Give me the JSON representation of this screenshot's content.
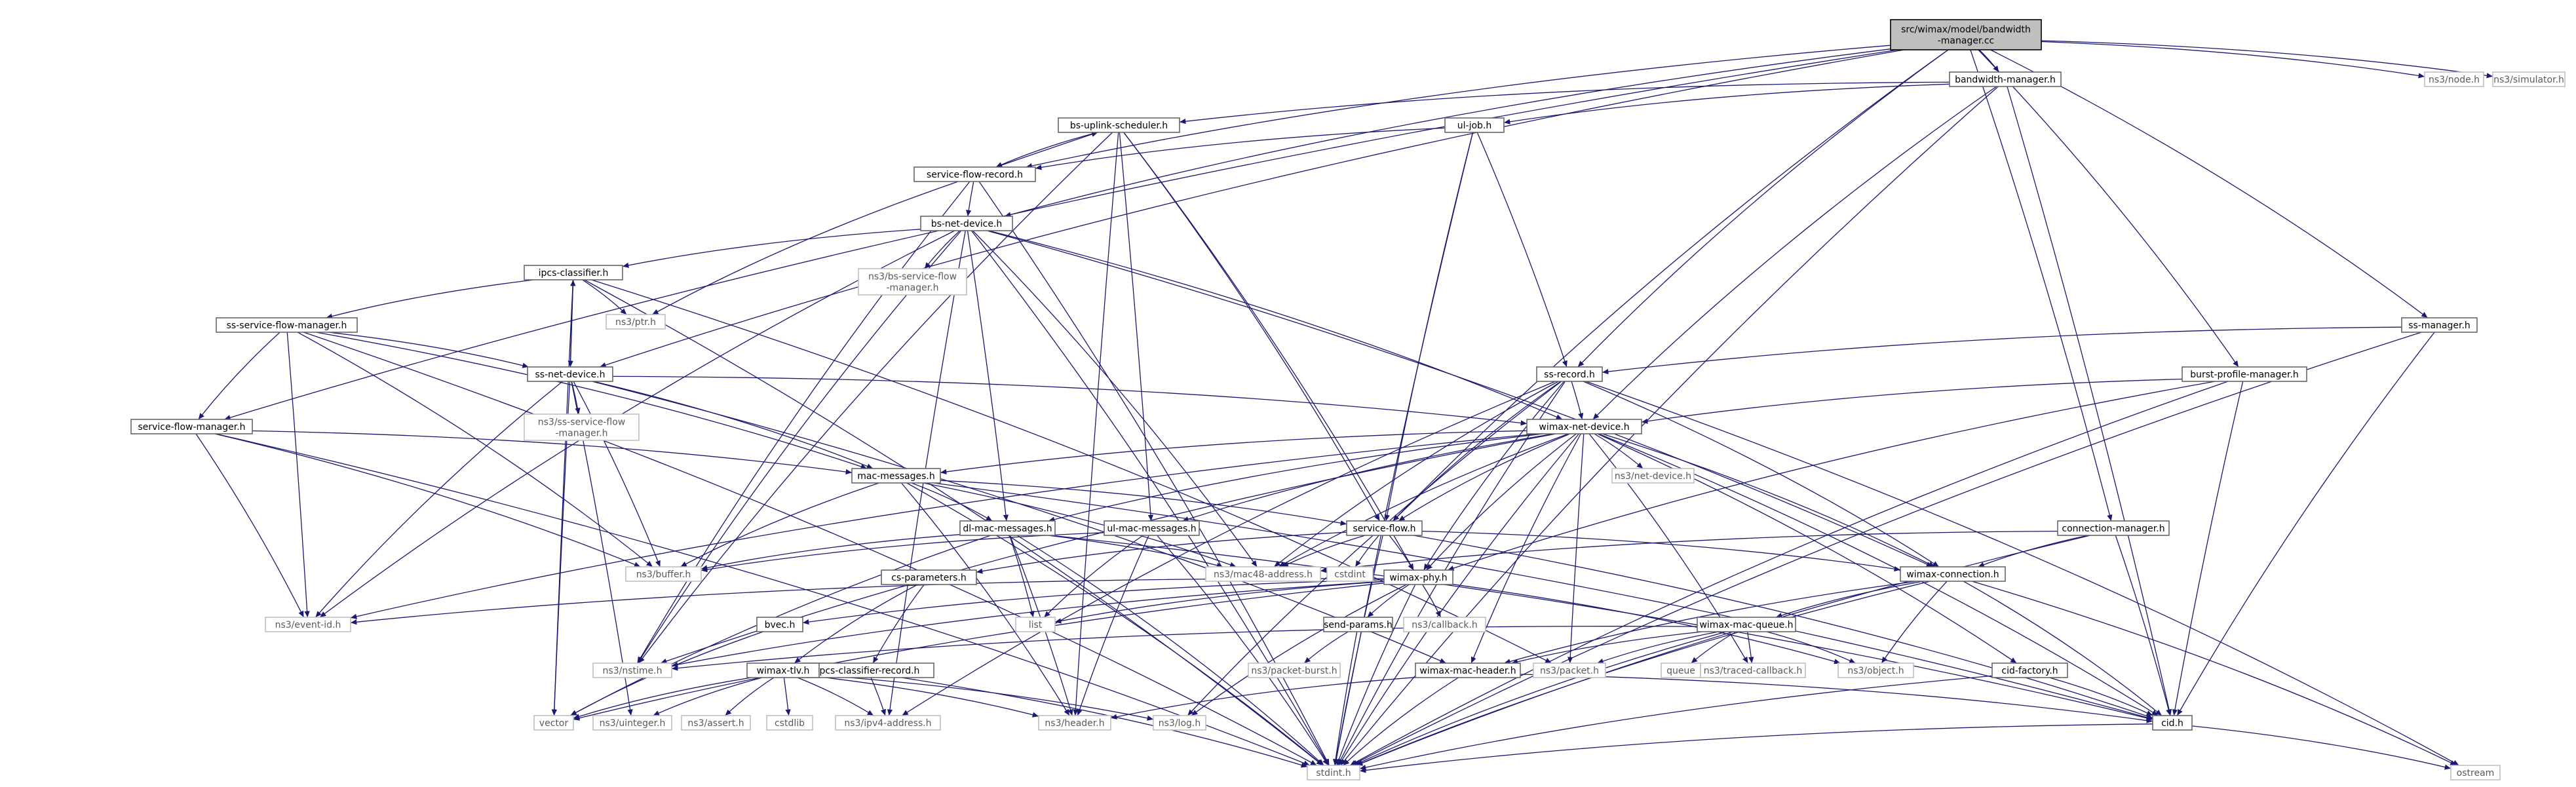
{
  "diagram": {
    "title": "",
    "nodes": [
      {
        "id": "root",
        "lines": [
          "src/wimax/model/bandwidth",
          "-manager.cc"
        ],
        "style": "root"
      },
      {
        "id": "bwmgr",
        "lines": [
          "bandwidth-manager.h"
        ],
        "style": "normal"
      },
      {
        "id": "ns3node",
        "lines": [
          "ns3/node.h"
        ],
        "style": "gray"
      },
      {
        "id": "ns3sim",
        "lines": [
          "ns3/simulator.h"
        ],
        "style": "gray"
      },
      {
        "id": "bsup",
        "lines": [
          "bs-uplink-scheduler.h"
        ],
        "style": "normal"
      },
      {
        "id": "uljob",
        "lines": [
          "ul-job.h"
        ],
        "style": "normal"
      },
      {
        "id": "sfrec",
        "lines": [
          "service-flow-record.h"
        ],
        "style": "normal"
      },
      {
        "id": "bsnet",
        "lines": [
          "bs-net-device.h"
        ],
        "style": "normal"
      },
      {
        "id": "bssfm",
        "lines": [
          "ns3/bs-service-flow",
          "-manager.h"
        ],
        "style": "gray"
      },
      {
        "id": "ipcs",
        "lines": [
          "ipcs-classifier.h"
        ],
        "style": "normal"
      },
      {
        "id": "ptr",
        "lines": [
          "ns3/ptr.h"
        ],
        "style": "gray"
      },
      {
        "id": "sssfm",
        "lines": [
          "ss-service-flow-manager.h"
        ],
        "style": "normal"
      },
      {
        "id": "ssnet",
        "lines": [
          "ss-net-device.h"
        ],
        "style": "normal"
      },
      {
        "id": "nsssfm",
        "lines": [
          "ns3/ss-service-flow",
          "-manager.h"
        ],
        "style": "gray"
      },
      {
        "id": "sfm",
        "lines": [
          "service-flow-manager.h"
        ],
        "style": "normal"
      },
      {
        "id": "ssmgr",
        "lines": [
          "ss-manager.h"
        ],
        "style": "normal"
      },
      {
        "id": "ssrec",
        "lines": [
          "ss-record.h"
        ],
        "style": "normal"
      },
      {
        "id": "burst",
        "lines": [
          "burst-profile-manager.h"
        ],
        "style": "normal"
      },
      {
        "id": "wnet",
        "lines": [
          "wimax-net-device.h"
        ],
        "style": "normal"
      },
      {
        "id": "netdev",
        "lines": [
          "ns3/net-device.h"
        ],
        "style": "gray"
      },
      {
        "id": "macmsg",
        "lines": [
          "mac-messages.h"
        ],
        "style": "normal"
      },
      {
        "id": "dlmac",
        "lines": [
          "dl-mac-messages.h"
        ],
        "style": "normal"
      },
      {
        "id": "ulmac",
        "lines": [
          "ul-mac-messages.h"
        ],
        "style": "normal"
      },
      {
        "id": "sflow",
        "lines": [
          "service-flow.h"
        ],
        "style": "normal"
      },
      {
        "id": "connmgr",
        "lines": [
          "connection-manager.h"
        ],
        "style": "normal"
      },
      {
        "id": "buffer",
        "lines": [
          "ns3/buffer.h"
        ],
        "style": "gray"
      },
      {
        "id": "mac48",
        "lines": [
          "ns3/mac48-address.h"
        ],
        "style": "gray"
      },
      {
        "id": "cstdint",
        "lines": [
          "cstdint"
        ],
        "style": "gray"
      },
      {
        "id": "wconn",
        "lines": [
          "wimax-connection.h"
        ],
        "style": "normal"
      },
      {
        "id": "csparams",
        "lines": [
          "cs-parameters.h"
        ],
        "style": "normal"
      },
      {
        "id": "wphy",
        "lines": [
          "wimax-phy.h"
        ],
        "style": "normal"
      },
      {
        "id": "eventid",
        "lines": [
          "ns3/event-id.h"
        ],
        "style": "gray"
      },
      {
        "id": "list",
        "lines": [
          "list"
        ],
        "style": "gray"
      },
      {
        "id": "bvec",
        "lines": [
          "bvec.h"
        ],
        "style": "normal"
      },
      {
        "id": "sendp",
        "lines": [
          "send-params.h"
        ],
        "style": "normal"
      },
      {
        "id": "callback",
        "lines": [
          "ns3/callback.h"
        ],
        "style": "gray"
      },
      {
        "id": "ipcsrec",
        "lines": [
          "ipcs-classifier-record.h"
        ],
        "style": "normal"
      },
      {
        "id": "wqueue",
        "lines": [
          "wimax-mac-queue.h"
        ],
        "style": "normal"
      },
      {
        "id": "nstime",
        "lines": [
          "ns3/nstime.h"
        ],
        "style": "gray"
      },
      {
        "id": "pburst",
        "lines": [
          "ns3/packet-burst.h"
        ],
        "style": "gray"
      },
      {
        "id": "wtlv",
        "lines": [
          "wimax-tlv.h"
        ],
        "style": "normal"
      },
      {
        "id": "queue",
        "lines": [
          "queue"
        ],
        "style": "gray"
      },
      {
        "id": "packet",
        "lines": [
          "ns3/packet.h"
        ],
        "style": "gray"
      },
      {
        "id": "tracedcb",
        "lines": [
          "ns3/traced-callback.h"
        ],
        "style": "gray"
      },
      {
        "id": "object",
        "lines": [
          "ns3/object.h"
        ],
        "style": "gray"
      },
      {
        "id": "cidfac",
        "lines": [
          "cid-factory.h"
        ],
        "style": "normal"
      },
      {
        "id": "wmachdr",
        "lines": [
          "wimax-mac-header.h"
        ],
        "style": "normal"
      },
      {
        "id": "vector",
        "lines": [
          "vector"
        ],
        "style": "gray"
      },
      {
        "id": "uinteger",
        "lines": [
          "ns3/uinteger.h"
        ],
        "style": "gray"
      },
      {
        "id": "assert",
        "lines": [
          "ns3/assert.h"
        ],
        "style": "gray"
      },
      {
        "id": "cstdlib",
        "lines": [
          "cstdlib"
        ],
        "style": "gray"
      },
      {
        "id": "ipv4",
        "lines": [
          "ns3/ipv4-address.h"
        ],
        "style": "gray"
      },
      {
        "id": "header",
        "lines": [
          "ns3/header.h"
        ],
        "style": "gray"
      },
      {
        "id": "log",
        "lines": [
          "ns3/log.h"
        ],
        "style": "gray"
      },
      {
        "id": "cid",
        "lines": [
          "cid.h"
        ],
        "style": "normal"
      },
      {
        "id": "stdint",
        "lines": [
          "stdint.h"
        ],
        "style": "gray"
      },
      {
        "id": "ostream",
        "lines": [
          "ostream"
        ],
        "style": "gray"
      }
    ],
    "edges": [
      [
        "root",
        "bwmgr"
      ],
      [
        "root",
        "ns3node"
      ],
      [
        "root",
        "ns3sim"
      ],
      [
        "root",
        "ssmgr"
      ],
      [
        "root",
        "connmgr"
      ],
      [
        "root",
        "burst"
      ],
      [
        "root",
        "ssrec"
      ],
      [
        "root",
        "sflow"
      ],
      [
        "root",
        "bsnet"
      ],
      [
        "root",
        "sfrec"
      ],
      [
        "root",
        "ssnet"
      ],
      [
        "root",
        "sfm"
      ],
      [
        "bwmgr",
        "bsup"
      ],
      [
        "bwmgr",
        "uljob"
      ],
      [
        "bwmgr",
        "wnet"
      ],
      [
        "bwmgr",
        "cid"
      ],
      [
        "bwmgr",
        "stdint"
      ],
      [
        "bsup",
        "sfrec"
      ],
      [
        "bsup",
        "ulmac"
      ],
      [
        "bsup",
        "sflow"
      ],
      [
        "bsup",
        "wphy"
      ],
      [
        "bsup",
        "nstime"
      ],
      [
        "bsup",
        "header"
      ],
      [
        "uljob",
        "sfrec"
      ],
      [
        "uljob",
        "ssrec"
      ],
      [
        "uljob",
        "sflow"
      ],
      [
        "uljob",
        "stdint"
      ],
      [
        "sfrec",
        "bsup"
      ],
      [
        "sfrec",
        "bsnet"
      ],
      [
        "sfrec",
        "ptr"
      ],
      [
        "sfrec",
        "nstime"
      ],
      [
        "sfrec",
        "stdint"
      ],
      [
        "bsnet",
        "bssfm"
      ],
      [
        "bsnet",
        "ipcs"
      ],
      [
        "bsnet",
        "wnet"
      ],
      [
        "bsnet",
        "dlmac"
      ],
      [
        "bsnet",
        "mac48"
      ],
      [
        "bsnet",
        "eventid"
      ],
      [
        "bsnet",
        "nstime"
      ],
      [
        "bsnet",
        "ipv4"
      ],
      [
        "bsnet",
        "wconn"
      ],
      [
        "bsnet",
        "stdint"
      ],
      [
        "ipcs",
        "ptr"
      ],
      [
        "ipcs",
        "sssfm"
      ],
      [
        "ipcs",
        "ssnet"
      ],
      [
        "ipcs",
        "vector"
      ],
      [
        "ipcs",
        "stdint"
      ],
      [
        "ipcs",
        "packet"
      ],
      [
        "sssfm",
        "ssnet"
      ],
      [
        "sssfm",
        "sfm"
      ],
      [
        "sssfm",
        "macmsg"
      ],
      [
        "sssfm",
        "buffer"
      ],
      [
        "sssfm",
        "eventid"
      ],
      [
        "sssfm",
        "stdint"
      ],
      [
        "ssnet",
        "ipcs"
      ],
      [
        "ssnet",
        "nsssfm"
      ],
      [
        "ssnet",
        "wnet"
      ],
      [
        "ssnet",
        "macmsg"
      ],
      [
        "ssnet",
        "eventid"
      ],
      [
        "ssnet",
        "buffer"
      ],
      [
        "ssnet",
        "vector"
      ],
      [
        "ssnet",
        "uinteger"
      ],
      [
        "ssnet",
        "wmachdr"
      ],
      [
        "sfm",
        "macmsg"
      ],
      [
        "sfm",
        "eventid"
      ],
      [
        "sfm",
        "buffer"
      ],
      [
        "sfm",
        "stdint"
      ],
      [
        "ssmgr",
        "ssrec"
      ],
      [
        "ssmgr",
        "cid"
      ],
      [
        "ssmgr",
        "stdint"
      ],
      [
        "ssrec",
        "wnet"
      ],
      [
        "ssrec",
        "sflow"
      ],
      [
        "ssrec",
        "wphy"
      ],
      [
        "ssrec",
        "mac48"
      ],
      [
        "ssrec",
        "wconn"
      ],
      [
        "ssrec",
        "ostream"
      ],
      [
        "ssrec",
        "log"
      ],
      [
        "ssrec",
        "ipv4"
      ],
      [
        "ssrec",
        "stdint"
      ],
      [
        "burst",
        "wnet"
      ],
      [
        "burst",
        "wphy"
      ],
      [
        "burst",
        "cid"
      ],
      [
        "burst",
        "stdint"
      ],
      [
        "wnet",
        "netdev"
      ],
      [
        "wnet",
        "macmsg"
      ],
      [
        "wnet",
        "dlmac"
      ],
      [
        "wnet",
        "ulmac"
      ],
      [
        "wnet",
        "sflow"
      ],
      [
        "wnet",
        "wphy"
      ],
      [
        "wnet",
        "wconn"
      ],
      [
        "wnet",
        "mac48"
      ],
      [
        "wnet",
        "cid"
      ],
      [
        "wnet",
        "tracedcb"
      ],
      [
        "wnet",
        "cidfac"
      ],
      [
        "wnet",
        "eventid"
      ],
      [
        "wnet",
        "wmachdr"
      ],
      [
        "wnet",
        "packet"
      ],
      [
        "wnet",
        "nstime"
      ],
      [
        "wnet",
        "stdint"
      ],
      [
        "macmsg",
        "buffer"
      ],
      [
        "macmsg",
        "dlmac"
      ],
      [
        "macmsg",
        "sflow"
      ],
      [
        "macmsg",
        "mac48"
      ],
      [
        "macmsg",
        "cid"
      ],
      [
        "macmsg",
        "header"
      ],
      [
        "macmsg",
        "stdint"
      ],
      [
        "dlmac",
        "buffer"
      ],
      [
        "dlmac",
        "mac48"
      ],
      [
        "dlmac",
        "list"
      ],
      [
        "dlmac",
        "header"
      ],
      [
        "dlmac",
        "vector"
      ],
      [
        "dlmac",
        "cid"
      ],
      [
        "dlmac",
        "stdint"
      ],
      [
        "ulmac",
        "buffer"
      ],
      [
        "ulmac",
        "list"
      ],
      [
        "ulmac",
        "header"
      ],
      [
        "ulmac",
        "stdint"
      ],
      [
        "sflow",
        "csparams"
      ],
      [
        "sflow",
        "wconn"
      ],
      [
        "sflow",
        "wphy"
      ],
      [
        "sflow",
        "cstdint"
      ],
      [
        "sflow",
        "mac48"
      ],
      [
        "sflow",
        "cid"
      ],
      [
        "sflow",
        "stdint"
      ],
      [
        "connmgr",
        "wconn"
      ],
      [
        "connmgr",
        "mac48"
      ],
      [
        "connmgr",
        "cid"
      ],
      [
        "connmgr",
        "stdint"
      ],
      [
        "wconn",
        "wqueue"
      ],
      [
        "wconn",
        "wmachdr"
      ],
      [
        "wconn",
        "cid"
      ],
      [
        "wconn",
        "object"
      ],
      [
        "wconn",
        "ostream"
      ],
      [
        "wconn",
        "stdint"
      ],
      [
        "csparams",
        "ipcsrec"
      ],
      [
        "csparams",
        "wtlv"
      ],
      [
        "wphy",
        "bvec"
      ],
      [
        "wphy",
        "sendp"
      ],
      [
        "wphy",
        "callback"
      ],
      [
        "wphy",
        "eventid"
      ],
      [
        "wphy",
        "list"
      ],
      [
        "wphy",
        "nstime"
      ],
      [
        "wphy",
        "log"
      ],
      [
        "wphy",
        "stdint"
      ],
      [
        "wphy",
        "object"
      ],
      [
        "wphy",
        "vector"
      ],
      [
        "bvec",
        "vector"
      ],
      [
        "sendp",
        "pburst"
      ],
      [
        "sendp",
        "stdint"
      ],
      [
        "ipcsrec",
        "wtlv"
      ],
      [
        "ipcsrec",
        "ipv4"
      ],
      [
        "ipcsrec",
        "stdint"
      ],
      [
        "wqueue",
        "wmachdr"
      ],
      [
        "wqueue",
        "queue"
      ],
      [
        "wqueue",
        "packet"
      ],
      [
        "wqueue",
        "tracedcb"
      ],
      [
        "wqueue",
        "object"
      ],
      [
        "wqueue",
        "nstime"
      ],
      [
        "wqueue",
        "stdint"
      ],
      [
        "wtlv",
        "uinteger"
      ],
      [
        "wtlv",
        "assert"
      ],
      [
        "wtlv",
        "cstdlib"
      ],
      [
        "wtlv",
        "ipv4"
      ],
      [
        "wtlv",
        "header"
      ],
      [
        "wtlv",
        "log"
      ],
      [
        "wtlv",
        "vector"
      ],
      [
        "cidfac",
        "cid"
      ],
      [
        "cidfac",
        "stdint"
      ],
      [
        "wmachdr",
        "header"
      ],
      [
        "wmachdr",
        "cid"
      ],
      [
        "wmachdr",
        "stdint"
      ],
      [
        "cid",
        "stdint"
      ],
      [
        "cid",
        "ostream"
      ]
    ]
  },
  "colors": {
    "edge": "#191970",
    "node_border": "#666666",
    "gray_border": "#bfbfbf",
    "root_fill": "#bfbfbf"
  }
}
